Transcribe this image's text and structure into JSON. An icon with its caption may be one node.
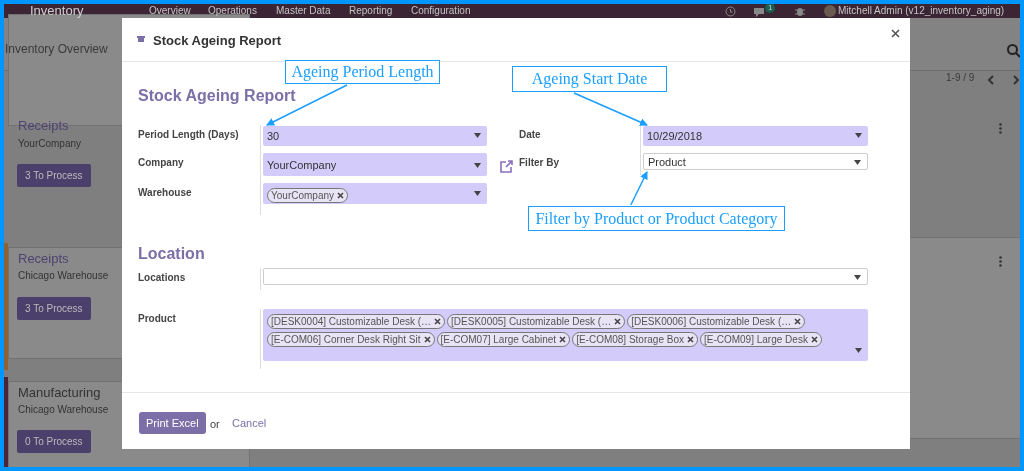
{
  "diagram": {
    "nodes": [
      {
        "text": [
          "Ageing Period Length"
        ]
      },
      {
        "text": [
          "Ageing Start Date"
        ]
      },
      {
        "text": [
          "30"
        ]
      },
      {
        "text": [
          "10/29/2018"
        ]
      },
      {
        "text": [
          "YourCompany"
        ]
      },
      {
        "text": [
          "Product"
        ]
      },
      {
        "text": [
          "YourCompany"
        ]
      },
      {
        "text": [
          "Filter by Product or Product Category"
        ]
      },
      {
        "text": [],
        "shape": "box"
      },
      {
        "text": [
          "[DESK0004] Customizable Desk (…",
          "[DESK0005] Customizable Desk (…",
          "[DESK0006] Customizable Desk (…",
          "[E-COM06] Corner Desk Right Sit",
          "[E-COM07] Large Cabinet",
          "[E-COM08] Storage Box",
          "[E-COM09] Large Desk"
        ]
      }
    ],
    "edges": [
      {
        "from": 0,
        "to": 2,
        "arrow": "to"
      },
      {
        "from": 1,
        "to": 3,
        "arrow": "to"
      },
      {
        "from": 7,
        "to": 5,
        "arrow": "to"
      }
    ],
    "labels": [
      "Inventory",
      "Overview",
      "Operations",
      "Master Data",
      "Reporting",
      "Configuration",
      "1",
      "Mitchell Admin (v12_inventory_aging)",
      "Inventory Overview",
      "1-9 / 9",
      "Receipts",
      "YourCompany",
      "3 To Process",
      "Receipts",
      "Chicago Warehouse",
      "3 To Process",
      "Manufacturing",
      "Chicago Warehouse",
      "0 To Process",
      "Stock Ageing Report",
      "Stock Ageing Report",
      "Period Length (Days)",
      "Company",
      "Warehouse",
      "Date",
      "Filter By",
      "Location",
      "Locations",
      "Product",
      "Print Excel",
      "or",
      "Cancel"
    ]
  }
}
